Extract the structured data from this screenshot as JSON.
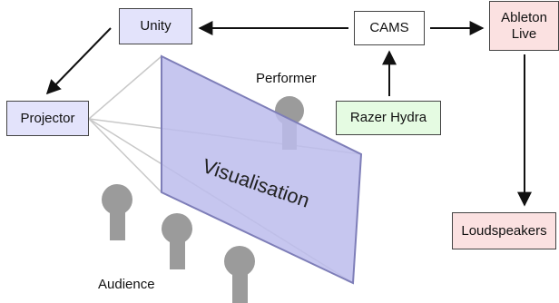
{
  "nodes": {
    "unity": "Unity",
    "cams": "CAMS",
    "ableton": [
      "Ableton",
      "Live"
    ],
    "projector": "Projector",
    "razer": "Razer Hydra",
    "loudspeakers": "Loudspeakers"
  },
  "labels": {
    "performer": "Performer",
    "visualisation": "Visualisation",
    "audience": "Audience"
  },
  "colors": {
    "display_box": "#e3e3fb",
    "input_box": "#e5fbe2",
    "audio_box": "#fbe1e1",
    "screen_fill": "#bcbcec",
    "screen_edge": "#7e7eb8",
    "person": "#9b9b9b",
    "arrow": "#111111"
  }
}
